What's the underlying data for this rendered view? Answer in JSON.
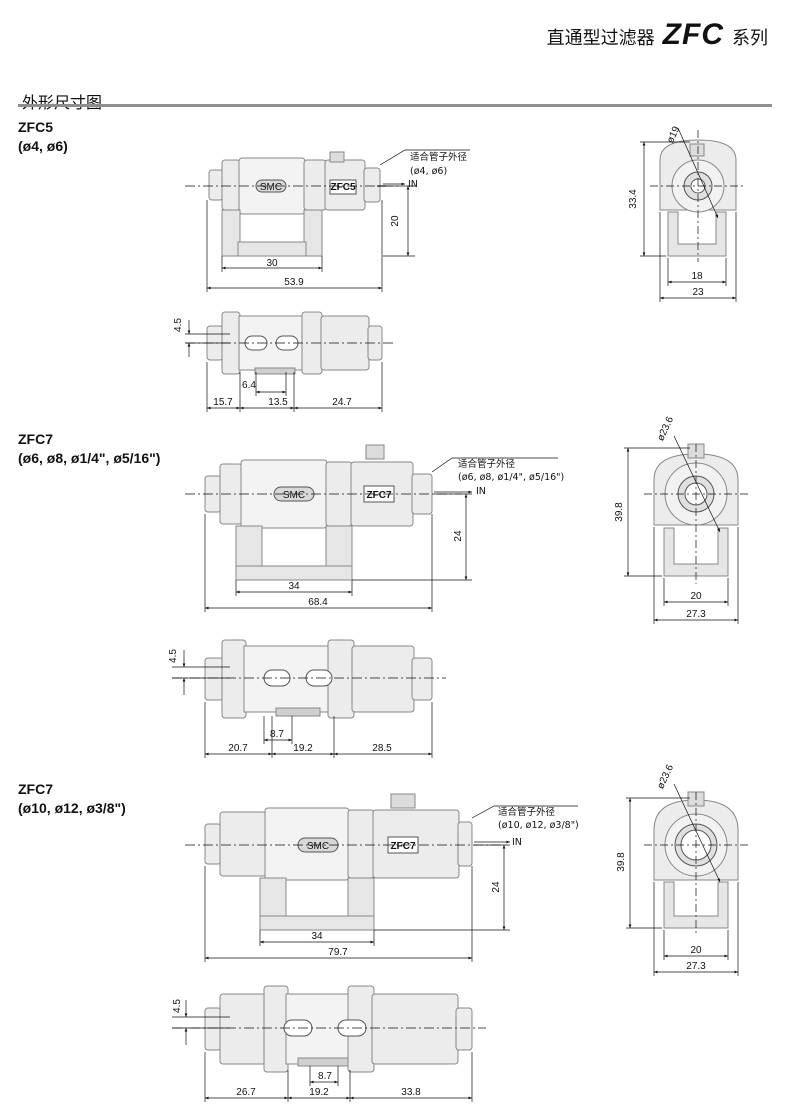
{
  "header": {
    "series_cn": "直通型过滤器",
    "series_model": "ZFC",
    "series_suffix": "系列"
  },
  "section": {
    "title": "外形尺寸图"
  },
  "models": [
    {
      "name": "ZFC5",
      "sizes": "(ø4, ø6)",
      "badge": "ZFC5",
      "logo": "SMC",
      "tube_note": "适合管子外径",
      "tube_sizes": "(ø4, ø6)",
      "in_label": "IN",
      "front": {
        "body_len": "30",
        "total_len": "53.9",
        "height": "20"
      },
      "side": {
        "dia": "ø19",
        "height": "33.4",
        "inner_w": "18",
        "outer_w": "23"
      },
      "bottom": {
        "offset": "4.5",
        "left": "15.7",
        "mid": "13.5",
        "slot": "6.4",
        "right": "24.7"
      }
    },
    {
      "name": "ZFC7",
      "sizes": "(ø6, ø8, ø1/4\", ø5/16\")",
      "badge": "ZFC7",
      "logo": "SMC",
      "tube_note": "适合管子外径",
      "tube_sizes": "(ø6, ø8, ø1/4\", ø5/16\")",
      "in_label": "IN",
      "front": {
        "body_len": "34",
        "total_len": "68.4",
        "height": "24"
      },
      "side": {
        "dia": "ø23.6",
        "height": "39.8",
        "inner_w": "20",
        "outer_w": "27.3"
      },
      "bottom": {
        "offset": "4.5",
        "left": "20.7",
        "mid": "19.2",
        "slot": "8.7",
        "right": "28.5"
      }
    },
    {
      "name": "ZFC7",
      "sizes": "(ø10, ø12, ø3/8\")",
      "badge": "ZFC7",
      "logo": "SMC",
      "tube_note": "适合管子外径",
      "tube_sizes": "(ø10, ø12, ø3/8\")",
      "in_label": "IN",
      "front": {
        "body_len": "34",
        "total_len": "79.7",
        "height": "24"
      },
      "side": {
        "dia": "ø23.6",
        "height": "39.8",
        "inner_w": "20",
        "outer_w": "27.3"
      },
      "bottom": {
        "offset": "4.5",
        "left": "26.7",
        "mid": "19.2",
        "slot": "8.7",
        "right": "33.8"
      }
    }
  ]
}
